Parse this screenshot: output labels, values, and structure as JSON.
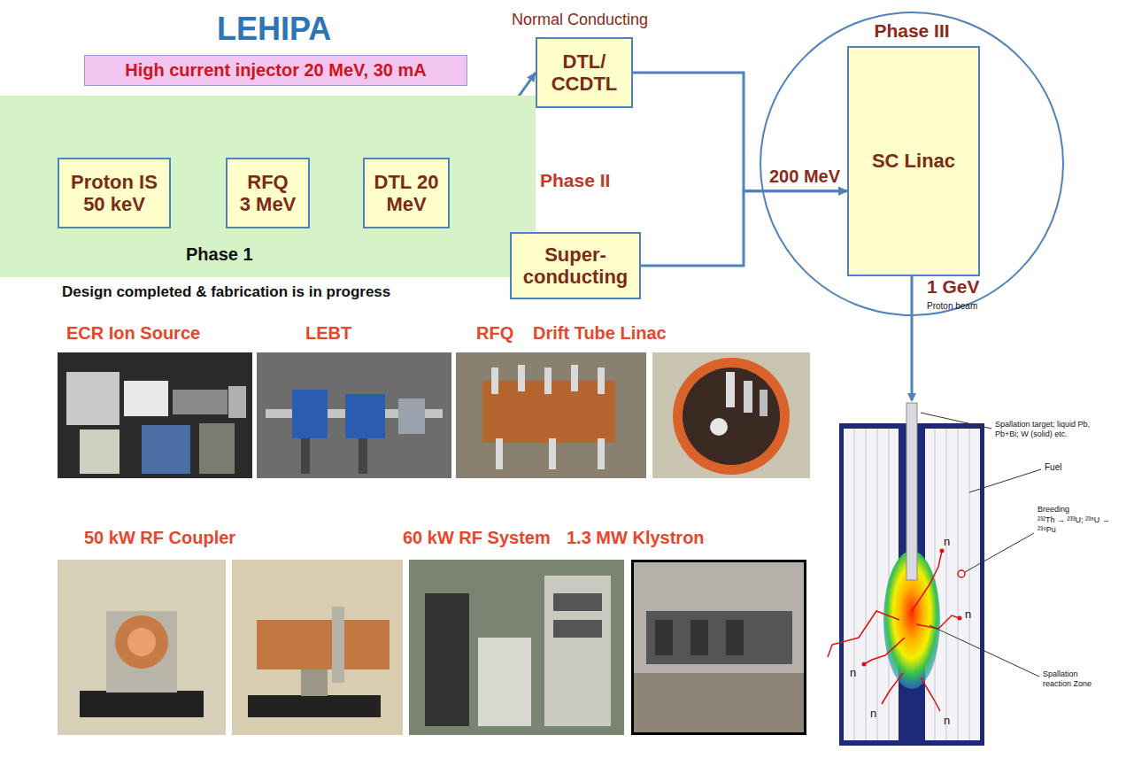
{
  "diagram": {
    "title": "LEHIPA",
    "nodes": [
      {
        "text": [
          "High current injector 20 MeV, 30 mA"
        ]
      },
      {
        "text": [
          "Phase 1"
        ]
      },
      {
        "text": [
          "Proton IS 50 keV"
        ],
        "in": 1
      },
      {
        "text": [
          "RFQ 3 MeV"
        ],
        "in": 1
      },
      {
        "text": [
          "DTL 20 MeV"
        ],
        "in": 1
      },
      {
        "text": [
          "DTL/ CCDTL"
        ]
      },
      {
        "text": [
          "Super- conducting"
        ]
      },
      {
        "text": [
          "Phase III"
        ]
      },
      {
        "text": [
          "SC Linac"
        ],
        "in": 7
      }
    ],
    "edges": [
      {
        "from": 2,
        "to": 3,
        "arrow": "to"
      },
      {
        "from": 3,
        "to": 4,
        "arrow": "to"
      },
      {
        "from": 4,
        "to": 5,
        "arrow": "to"
      },
      {
        "from": 4,
        "to": 6,
        "arrow": "to"
      },
      {
        "from": 5,
        "to": 8,
        "label": "200 MeV",
        "arrow": "to"
      },
      {
        "from": 6,
        "to": 8,
        "arrow": "to"
      }
    ],
    "labels": [
      "Design completed & fabrication is in progress",
      "Normal Conducting",
      "Phase II",
      "1 GeV",
      "Proton beam",
      "ECR Ion Source",
      "LEBT",
      "RFQ",
      "Drift Tube Linac",
      "50 kW RF Coupler",
      "60 kW RF System",
      "1.3 MW Klystron",
      "Spallation target; liquid Pb, Pb+Bi; W (solid) etc.",
      "Fuel",
      "Breeding",
      "²³²Th → ²³³U; ²³⁸U → ²³⁹Pu",
      "Spallation reaction Zone",
      "n",
      "n",
      "n",
      "n",
      "n"
    ]
  }
}
